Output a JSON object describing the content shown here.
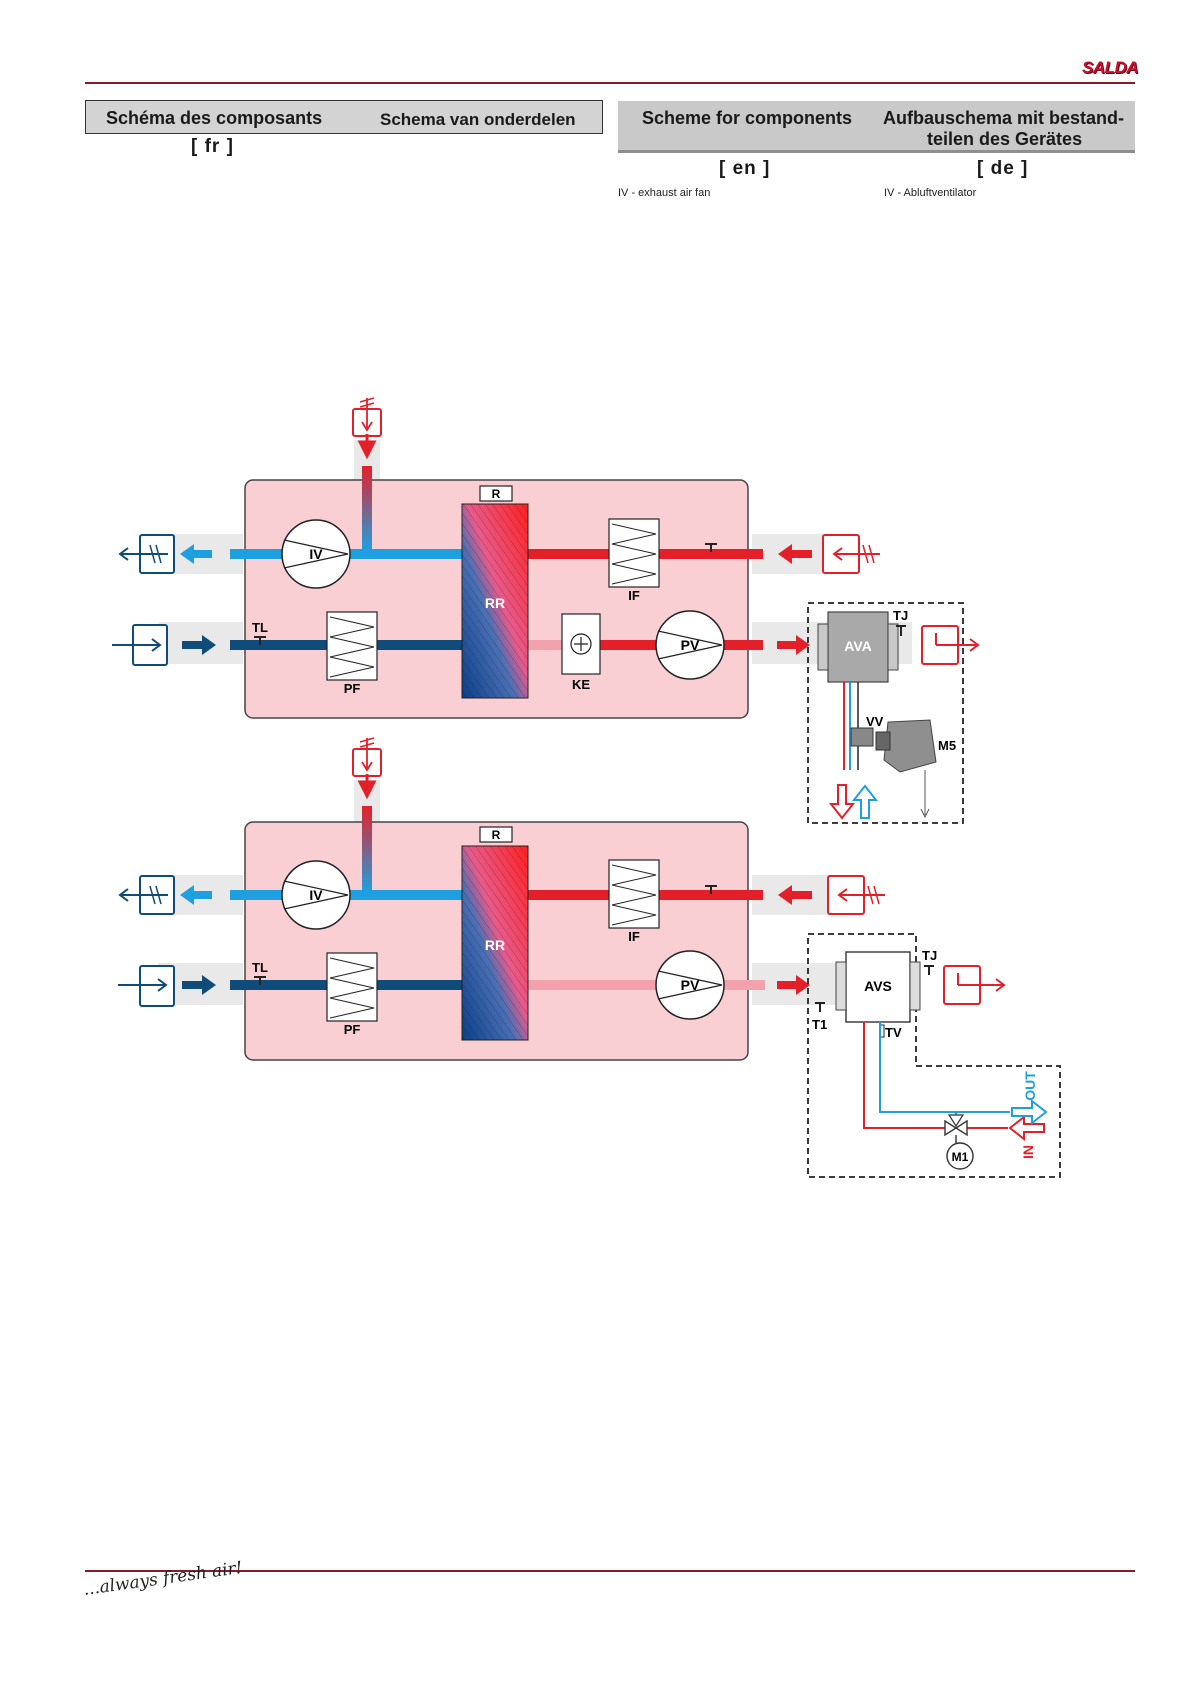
{
  "brand": {
    "logo": "SALDA"
  },
  "headers": {
    "fr_title": "Schéma des composants",
    "nl_title": "Schema van onderdelen",
    "en_title": "Scheme for components",
    "de_title_line1": "Aufbauschema mit bestand-",
    "de_title_line2": "teilen des Gerätes",
    "fr_lang": "[ fr ]",
    "en_lang": "[ en ]",
    "de_lang": "[ de ]"
  },
  "legend": {
    "en_iv": "IV - exhaust air fan",
    "de_iv": "IV - Abluftventilator"
  },
  "diagram_top": {
    "labels": {
      "R": "R",
      "RR": "RR",
      "IV": "IV",
      "PV": "PV",
      "IF": "IF",
      "PF": "PF",
      "KE": "KE",
      "TL": "TL",
      "TJ": "TJ",
      "AVA": "AVA",
      "VV": "VV",
      "M5": "M5"
    }
  },
  "diagram_bottom": {
    "labels": {
      "R": "R",
      "RR": "RR",
      "IV": "IV",
      "PV": "PV",
      "IF": "IF",
      "PF": "PF",
      "TL": "TL",
      "TJ": "TJ",
      "AVS": "AVS",
      "T1": "T1",
      "TV": "TV",
      "M1": "M1",
      "OUT": "OUT",
      "IN": "IN"
    }
  },
  "colors": {
    "supply_red": "#e3202a",
    "extract_blue": "#1ea0e0",
    "outdoor_navy": "#0f4c7a",
    "housing_pink": "#f9cfd3",
    "brand_red": "#c8102e"
  },
  "footer": {
    "tagline": "...always fresh air!"
  }
}
